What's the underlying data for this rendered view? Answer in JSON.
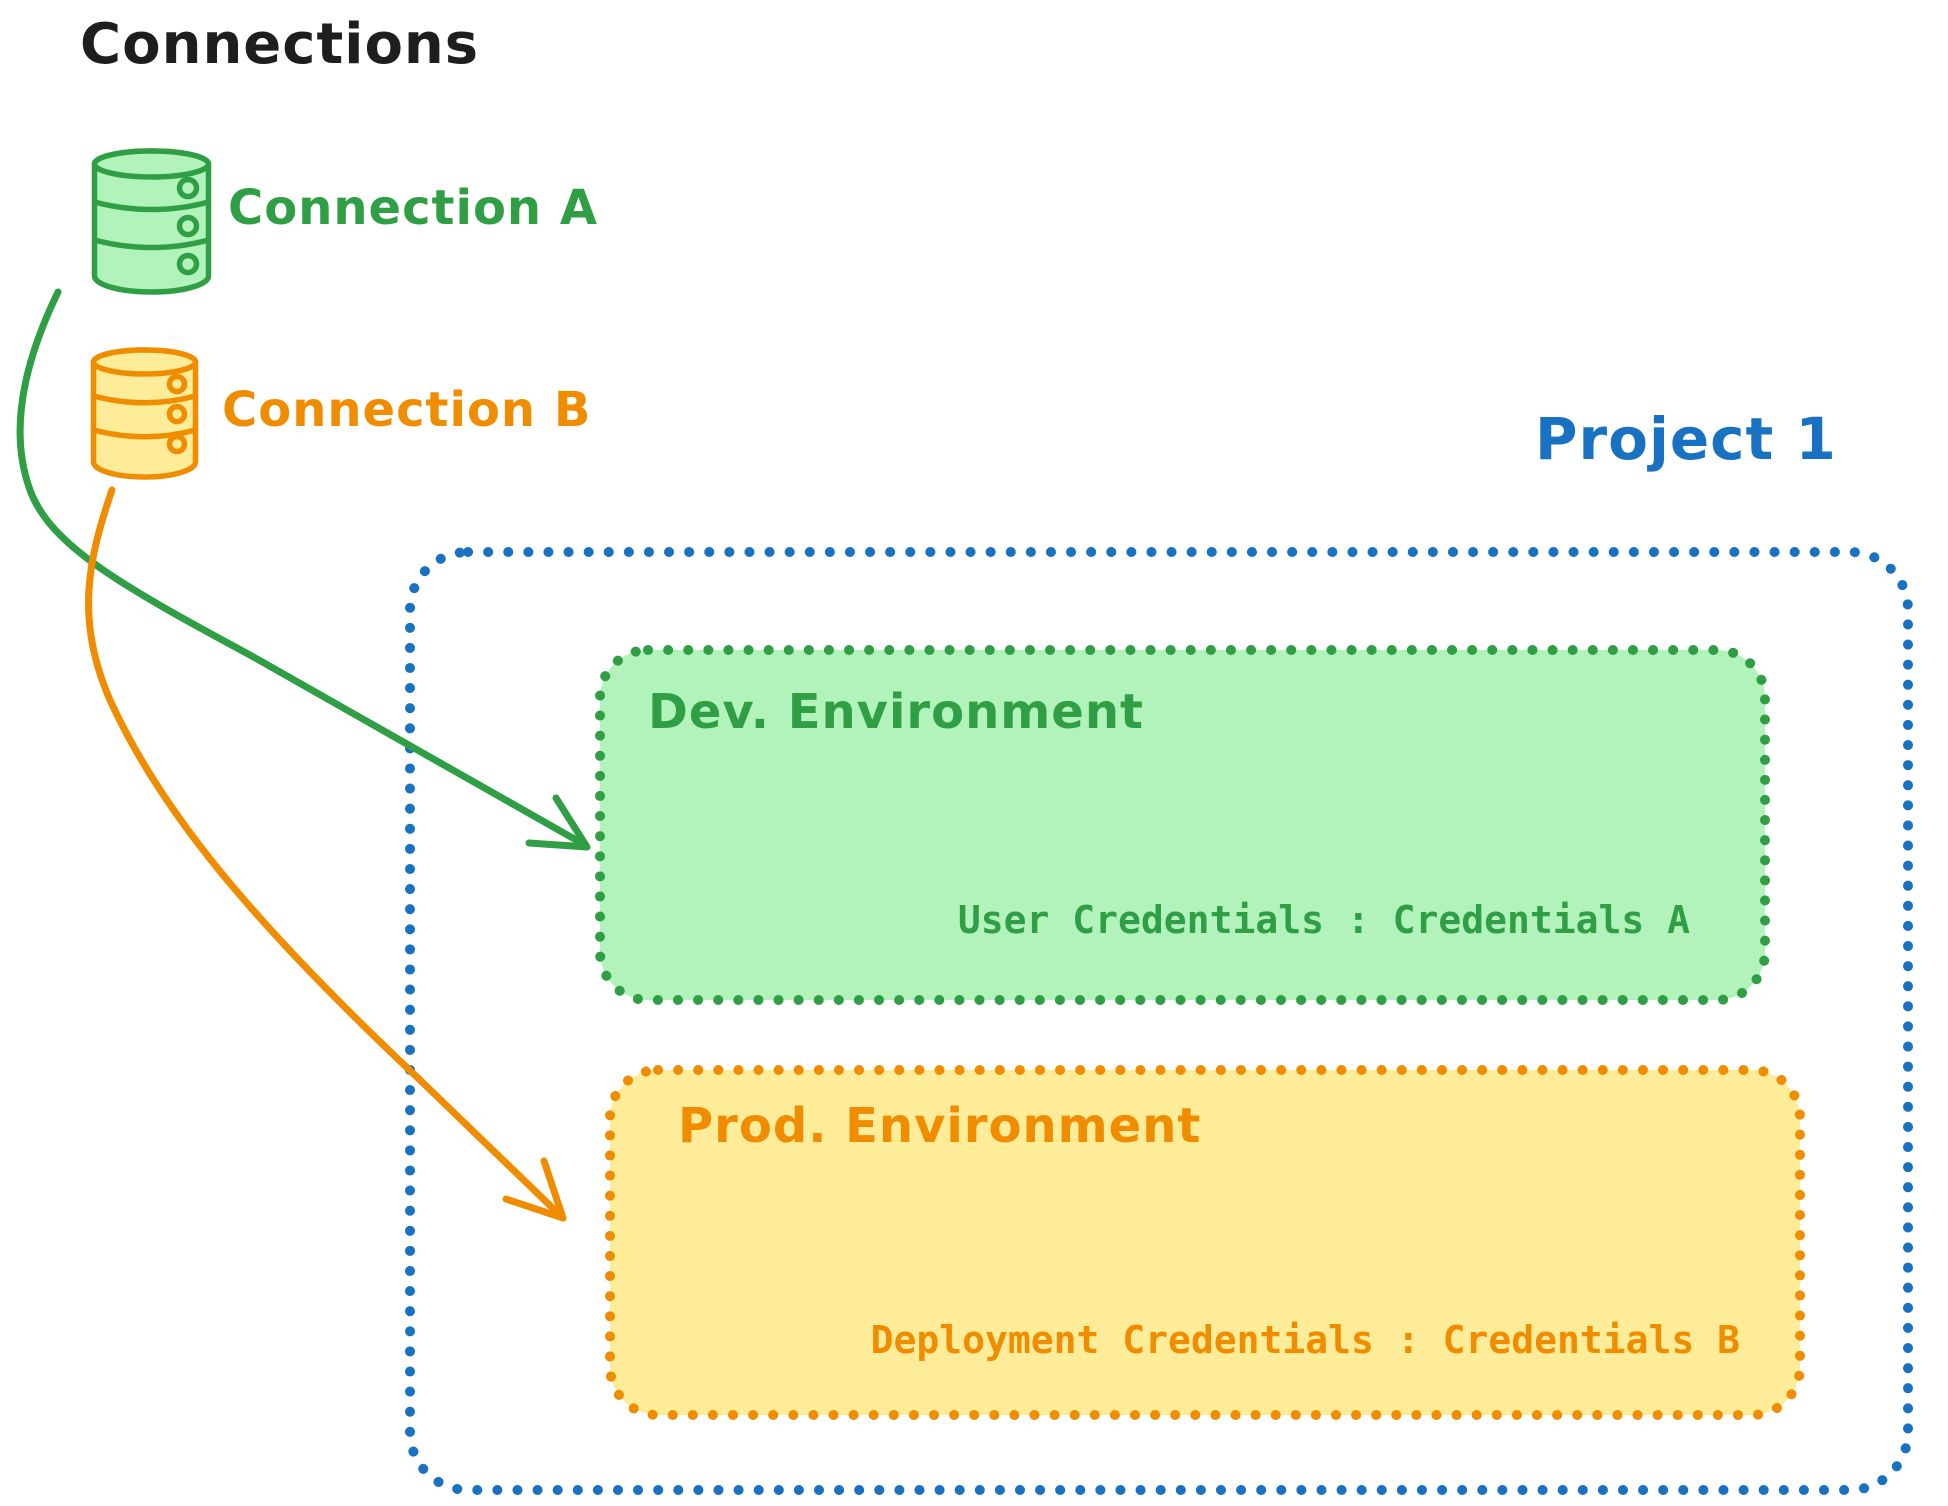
{
  "title": "Connections",
  "colors": {
    "text_black": "#1e1e1e",
    "green_stroke": "#2f9e44",
    "green_fill": "#b2f2bb",
    "orange_stroke": "#f08c00",
    "orange_fill": "#ffec99",
    "blue_stroke": "#1971c2"
  },
  "connections": [
    {
      "label": "Connection A",
      "color": "#2f9e44"
    },
    {
      "label": "Connection B",
      "color": "#f08c00"
    }
  ],
  "project": {
    "label": "Project 1",
    "environments": [
      {
        "name": "Dev. Environment",
        "credentials": "User Credentials : Credentials A",
        "accent": "#2f9e44",
        "fill": "#b2f2bb"
      },
      {
        "name": "Prod. Environment",
        "credentials": "Deployment Credentials : Credentials B",
        "accent": "#f08c00",
        "fill": "#ffec99"
      }
    ]
  }
}
